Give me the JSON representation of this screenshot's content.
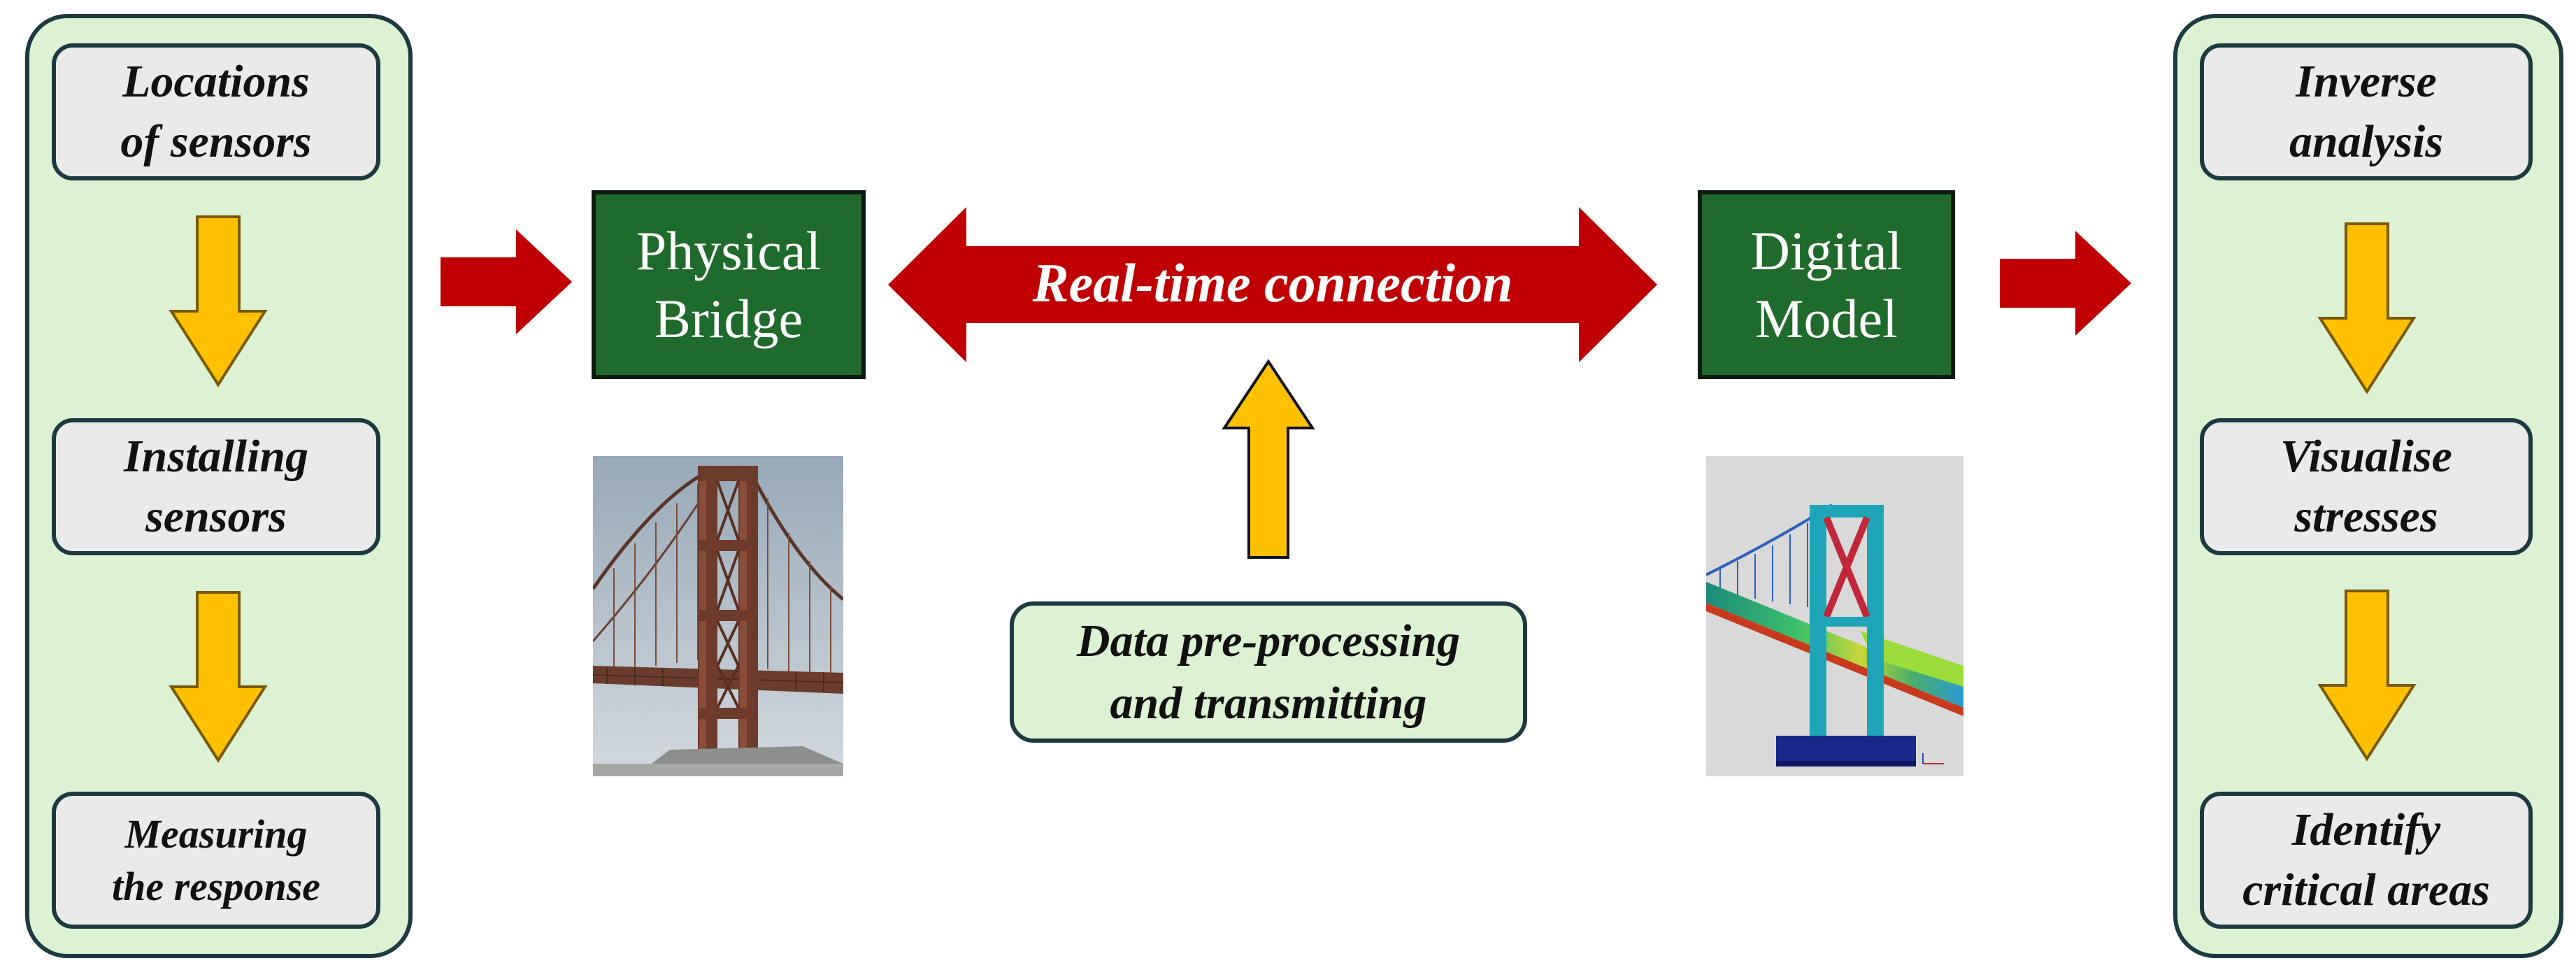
{
  "left_panel": {
    "steps": [
      "Locations\nof sensors",
      "Installing\nsensors",
      "Measuring\nthe response"
    ]
  },
  "right_panel": {
    "steps": [
      "Inverse\nanalysis",
      "Visualise\nstresses",
      "Identify\ncritical areas"
    ]
  },
  "center": {
    "physical_label": "Physical\nBridge",
    "digital_label": "Digital\nModel",
    "connection_label": "Real-time connection",
    "data_label": "Data pre-processing\nand transmitting"
  },
  "colors": {
    "red_arrow": "#c00000",
    "yellow_arrow": "#ffc000",
    "box_green": "#1f6b2b",
    "panel_fill": "#dcf2d2",
    "step_fill": "#eaeaea"
  }
}
